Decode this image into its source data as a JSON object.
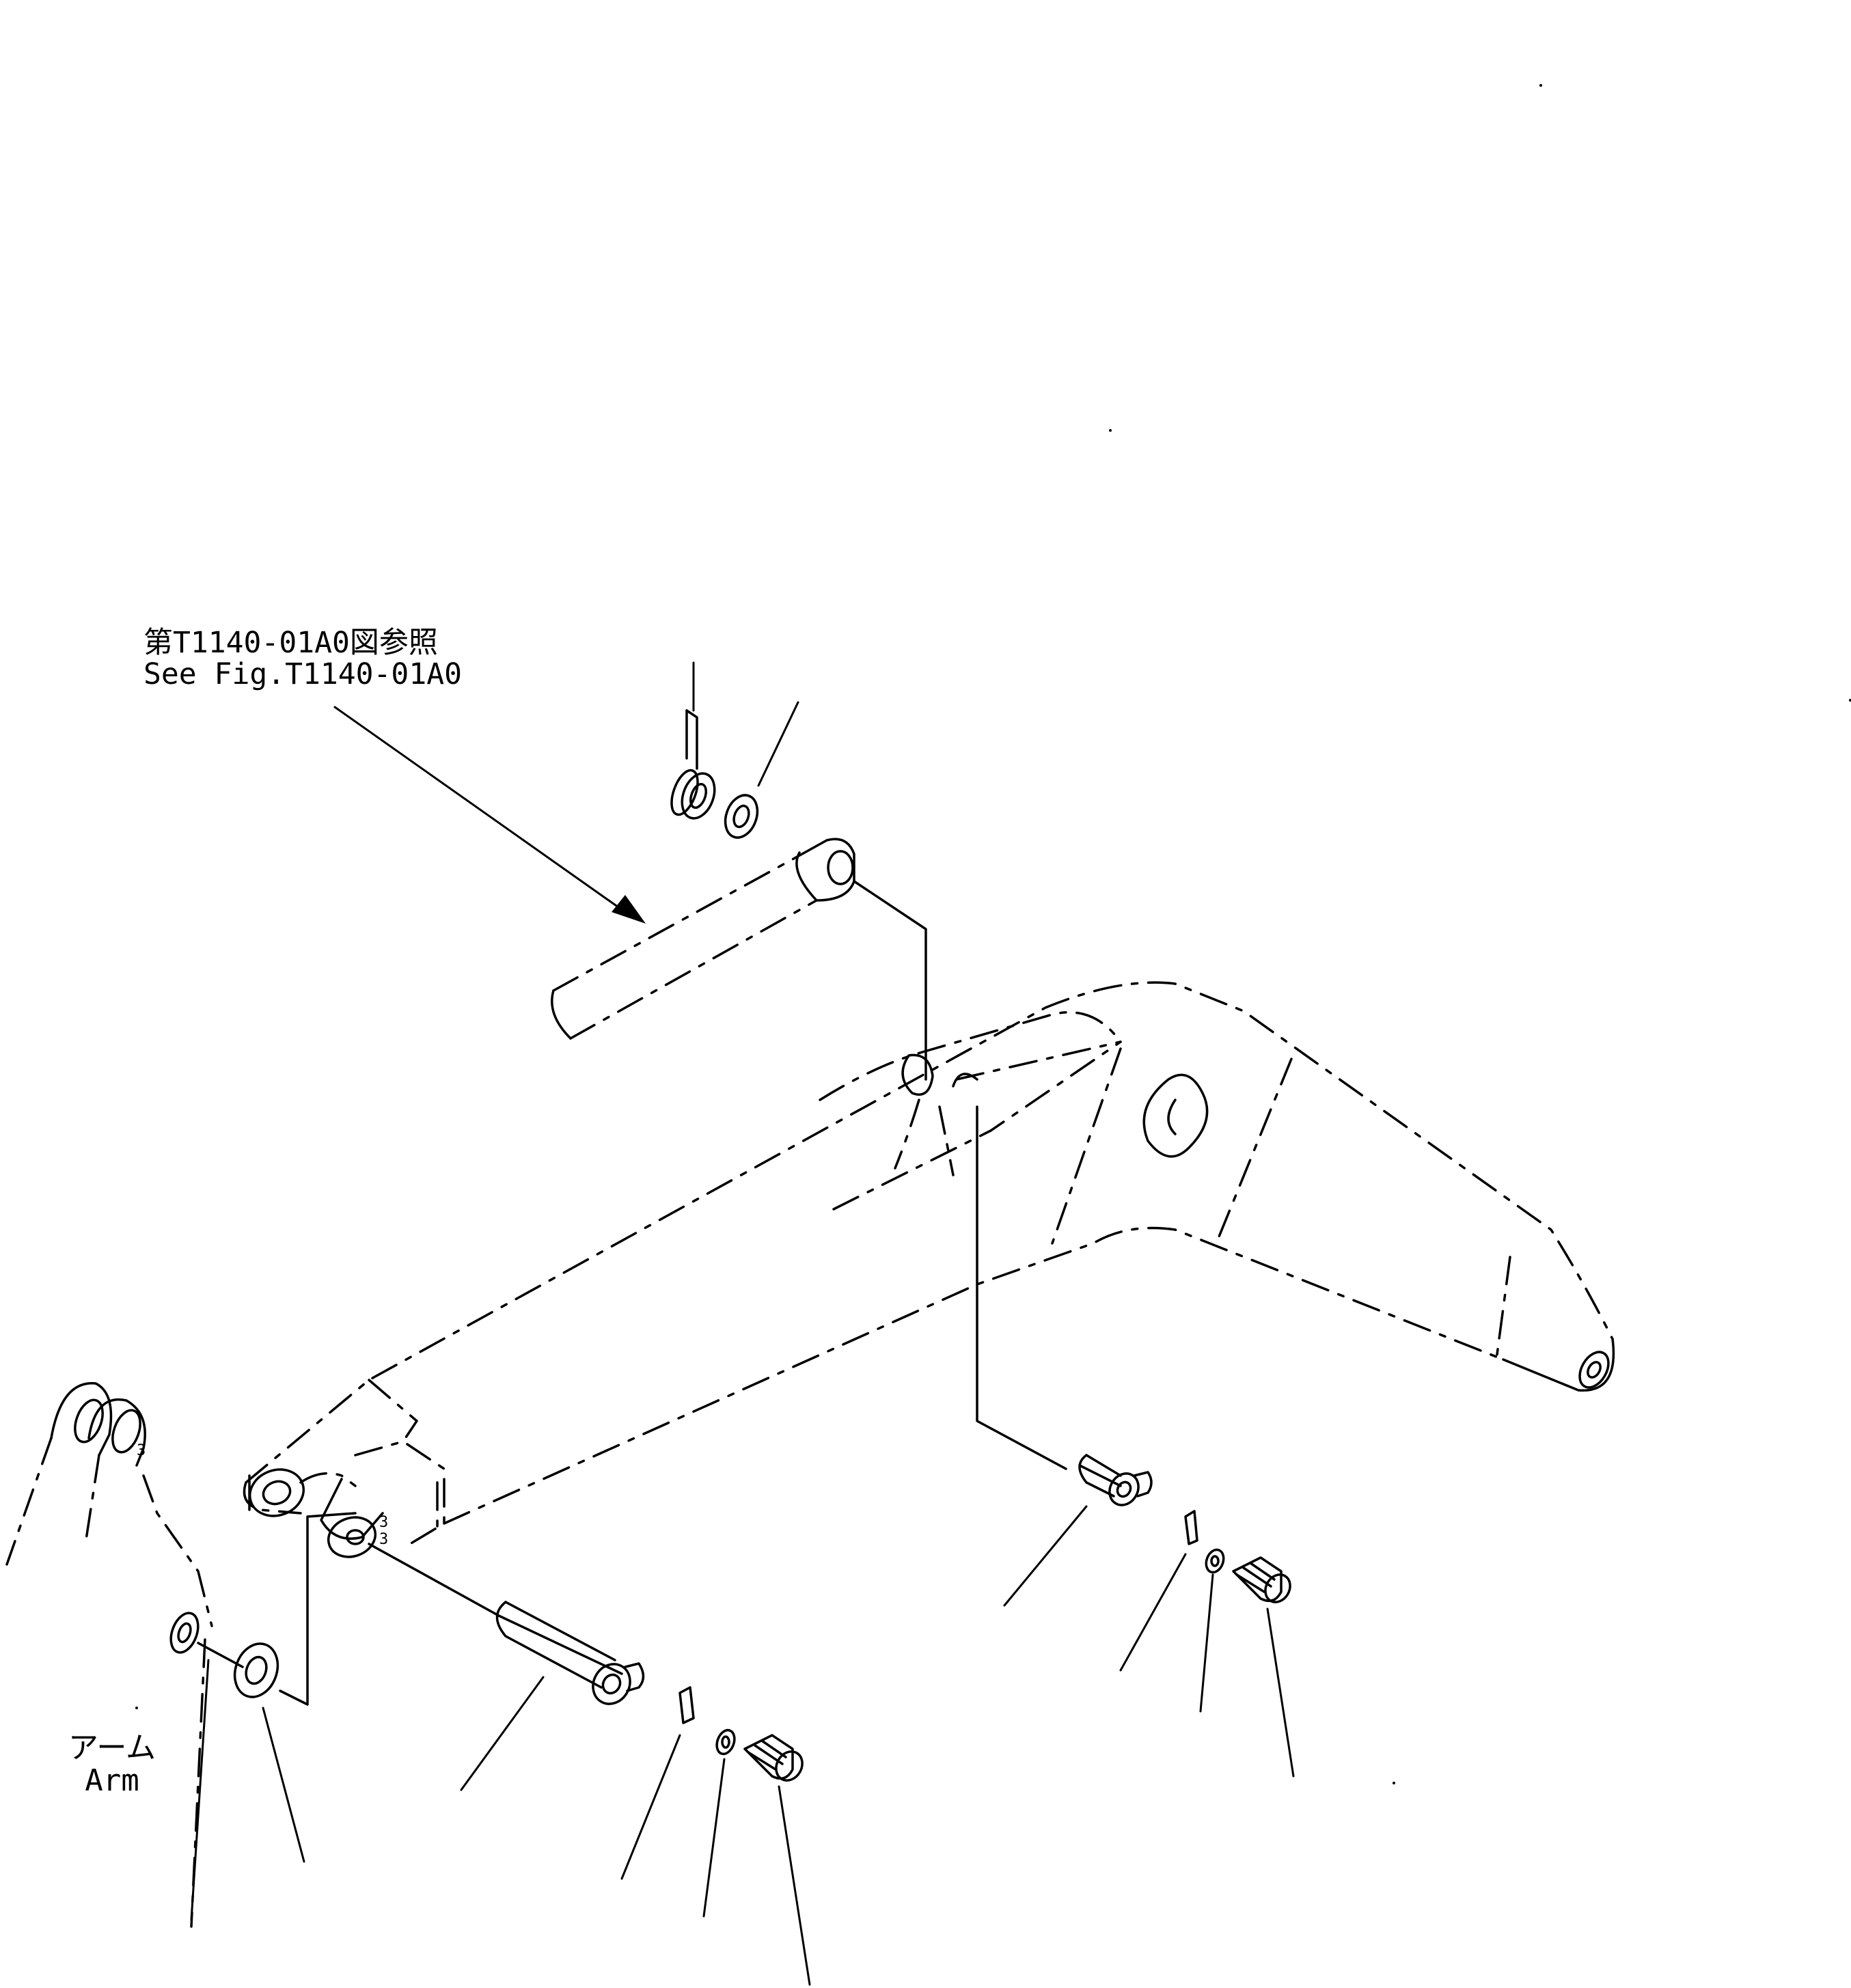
{
  "reference": {
    "jp": "第T1140-01A0図参照",
    "en": "See Fig.T1140-01A0"
  },
  "arm": {
    "jp": "アーム",
    "en": "Arm"
  },
  "colors": {
    "line": "#000000",
    "background": "#ffffff"
  }
}
